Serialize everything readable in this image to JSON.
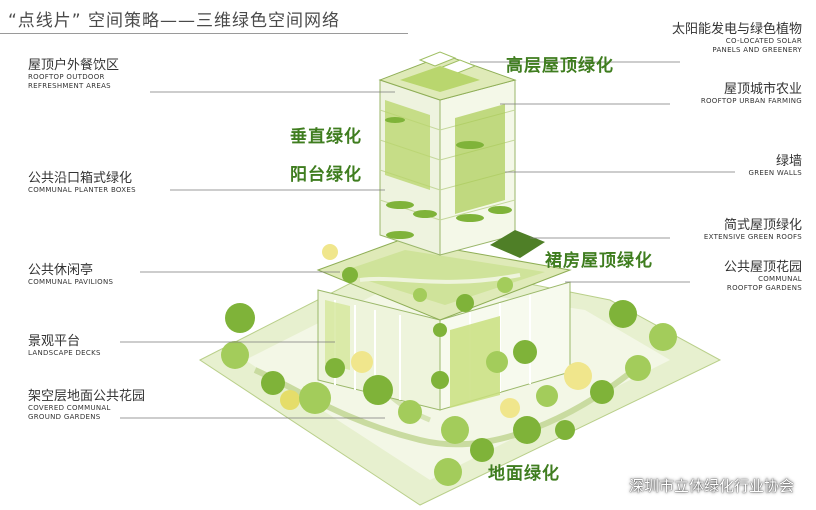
{
  "title": "“点线片” 空间策略——三维绿色空间网络",
  "labels": {
    "left": [
      {
        "cn": "屋顶户外餐饮区",
        "en1": "ROOFTOP OUTDOOR",
        "en2": "REFRESHMENT AREAS"
      },
      {
        "cn": "公共沿口箱式绿化",
        "en1": "COMMUNAL PLANTER BOXES",
        "en2": ""
      },
      {
        "cn": "公共休闲亭",
        "en1": "COMMUNAL PAVILIONS",
        "en2": ""
      },
      {
        "cn": "景观平台",
        "en1": "LANDSCAPE DECKS",
        "en2": ""
      },
      {
        "cn": "架空层地面公共花园",
        "en1": "COVERED COMMUNAL",
        "en2": "GROUND GARDENS"
      }
    ],
    "right": [
      {
        "cn": "太阳能发电与绿色植物",
        "en1": "CO-LOCATED SOLAR",
        "en2": "PANELS AND GREENERY"
      },
      {
        "cn": "屋顶城市农业",
        "en1": "ROOFTOP URBAN FARMING",
        "en2": ""
      },
      {
        "cn": "绿墙",
        "en1": "GREEN WALLS",
        "en2": ""
      },
      {
        "cn": "简式屋顶绿化",
        "en1": "EXTENSIVE GREEN ROOFS",
        "en2": ""
      },
      {
        "cn": "公共屋顶花园",
        "en1": "COMMUNAL",
        "en2": "ROOFTOP GARDENS"
      }
    ]
  },
  "categories": {
    "high_roof": "高层屋顶绿化",
    "vertical": "垂直绿化",
    "balcony": "阳台绿化",
    "podium": "裙房屋顶绿化",
    "ground": "地面绿化"
  },
  "watermark": "深圳市立体绿化行业协会",
  "colors": {
    "accent_green": "#3f7d1f",
    "light_green": "#cfe39a",
    "tree_green": "#7fb339",
    "ground_green": "#e7f0cf"
  }
}
